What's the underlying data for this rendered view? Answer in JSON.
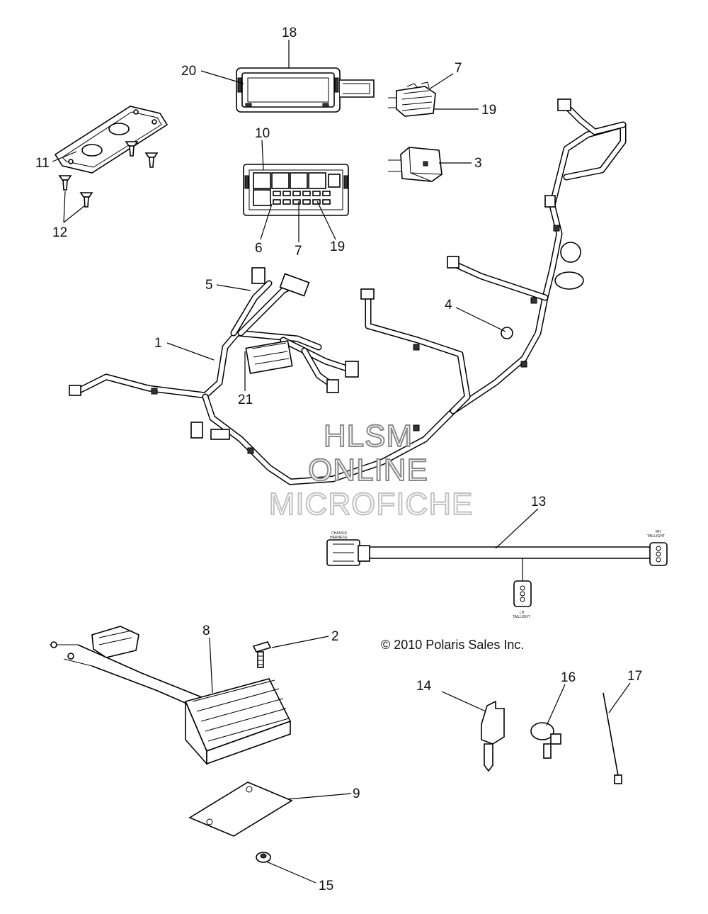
{
  "diagram": {
    "callouts": [
      {
        "id": "c18",
        "label": "18"
      },
      {
        "id": "c20",
        "label": "20"
      },
      {
        "id": "c7a",
        "label": "7"
      },
      {
        "id": "c19a",
        "label": "19"
      },
      {
        "id": "c11",
        "label": "11"
      },
      {
        "id": "c12",
        "label": "12"
      },
      {
        "id": "c10",
        "label": "10"
      },
      {
        "id": "c3",
        "label": "3"
      },
      {
        "id": "c6",
        "label": "6"
      },
      {
        "id": "c7b",
        "label": "7"
      },
      {
        "id": "c19b",
        "label": "19"
      },
      {
        "id": "c5",
        "label": "5"
      },
      {
        "id": "c4",
        "label": "4"
      },
      {
        "id": "c1",
        "label": "1"
      },
      {
        "id": "c21",
        "label": "21"
      },
      {
        "id": "c13",
        "label": "13"
      },
      {
        "id": "c8",
        "label": "8"
      },
      {
        "id": "c2",
        "label": "2"
      },
      {
        "id": "c14",
        "label": "14"
      },
      {
        "id": "c16",
        "label": "16"
      },
      {
        "id": "c17",
        "label": "17"
      },
      {
        "id": "c9",
        "label": "9"
      },
      {
        "id": "c15",
        "label": "15"
      }
    ],
    "harness_labels": {
      "chassis_1": "CHASSIS",
      "chassis_2": "HARNESS",
      "rh_1": "RH",
      "rh_2": "TAILLIGHT",
      "lh_1": "LH",
      "lh_2": "TAILLIGHT"
    },
    "copyright": "© 2010 Polaris Sales Inc.",
    "watermark": {
      "line1": "HLSM",
      "line2": "ONLINE",
      "line3": "MICROFICHE"
    }
  }
}
